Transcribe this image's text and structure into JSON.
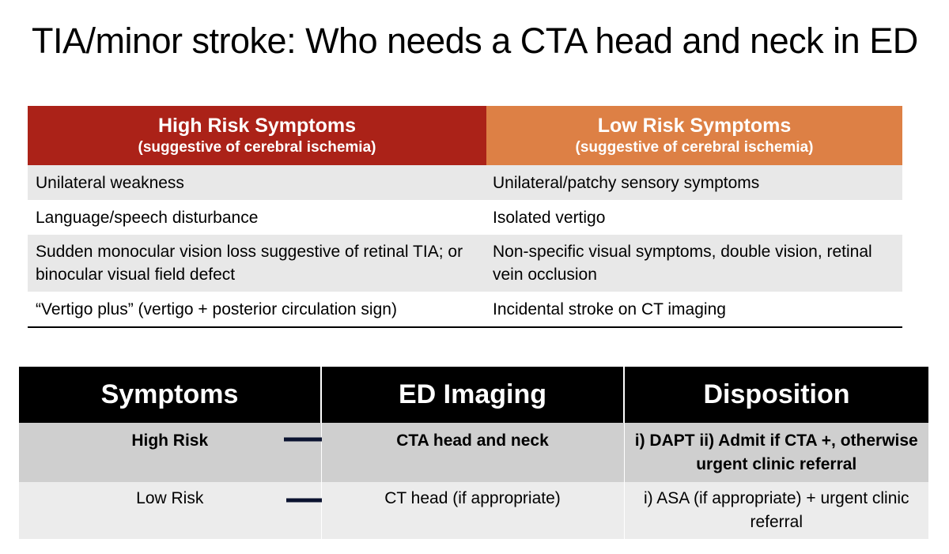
{
  "title": "TIA/minor stroke: Who needs a CTA head and neck in ED",
  "risk_table": {
    "high_header": "High Risk Symptoms",
    "high_sub": "(suggestive of cerebral ischemia)",
    "low_header": "Low Risk Symptoms",
    "low_sub": "(suggestive of cerebral ischemia)",
    "high_color": "#ab2218",
    "low_color": "#dd8045",
    "rows": [
      {
        "high": "Unilateral weakness",
        "low": "Unilateral/patchy sensory symptoms"
      },
      {
        "high": "Language/speech disturbance",
        "low": "Isolated vertigo"
      },
      {
        "high": "Sudden monocular vision loss suggestive of retinal TIA; or binocular visual field defect",
        "low": "Non-specific visual symptoms, double vision, retinal vein occlusion"
      },
      {
        "high": "“Vertigo plus” (vertigo + posterior circulation sign)",
        "low": "Incidental stroke on CT imaging"
      }
    ]
  },
  "flow_table": {
    "headers": [
      "Symptoms",
      "ED Imaging",
      "Disposition"
    ],
    "rows": [
      {
        "symptoms": "High Risk",
        "imaging": "CTA head and neck",
        "disposition": "i) DAPT ii) Admit if CTA +, otherwise urgent clinic referral"
      },
      {
        "symptoms": "Low Risk",
        "imaging": "CT head (if appropriate)",
        "disposition": "i) ASA (if appropriate) + urgent clinic referral"
      }
    ],
    "arrow_icon": "right-arrow-icon"
  }
}
